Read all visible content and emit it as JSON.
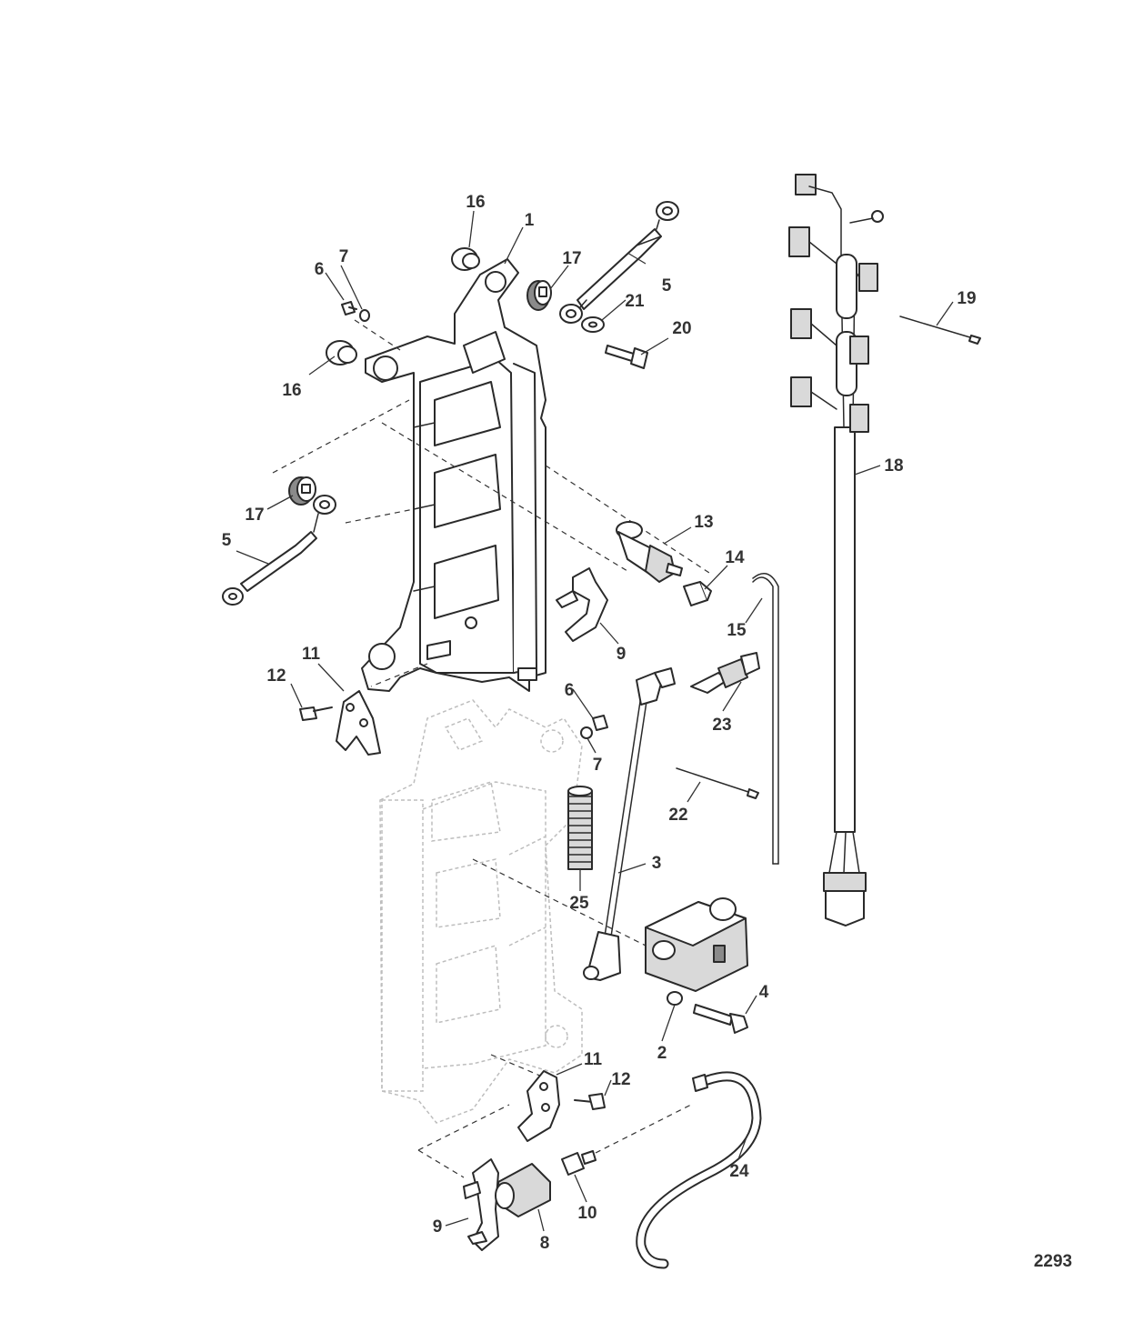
{
  "diagram_id": "2293",
  "callouts": {
    "c1": "1",
    "c2": "2",
    "c3": "3",
    "c4": "4",
    "c5a": "5",
    "c5b": "5",
    "c6a": "6",
    "c6b": "6",
    "c7a": "7",
    "c7b": "7",
    "c8": "8",
    "c9a": "9",
    "c9b": "9",
    "c10": "10",
    "c11a": "11",
    "c11b": "11",
    "c12a": "12",
    "c12b": "12",
    "c13": "13",
    "c14": "14",
    "c15": "15",
    "c16a": "16",
    "c16b": "16",
    "c17a": "17",
    "c17b": "17",
    "c18": "18",
    "c19": "19",
    "c20": "20",
    "c21": "21",
    "c22": "22",
    "c23": "23",
    "c24": "24",
    "c25": "25"
  }
}
